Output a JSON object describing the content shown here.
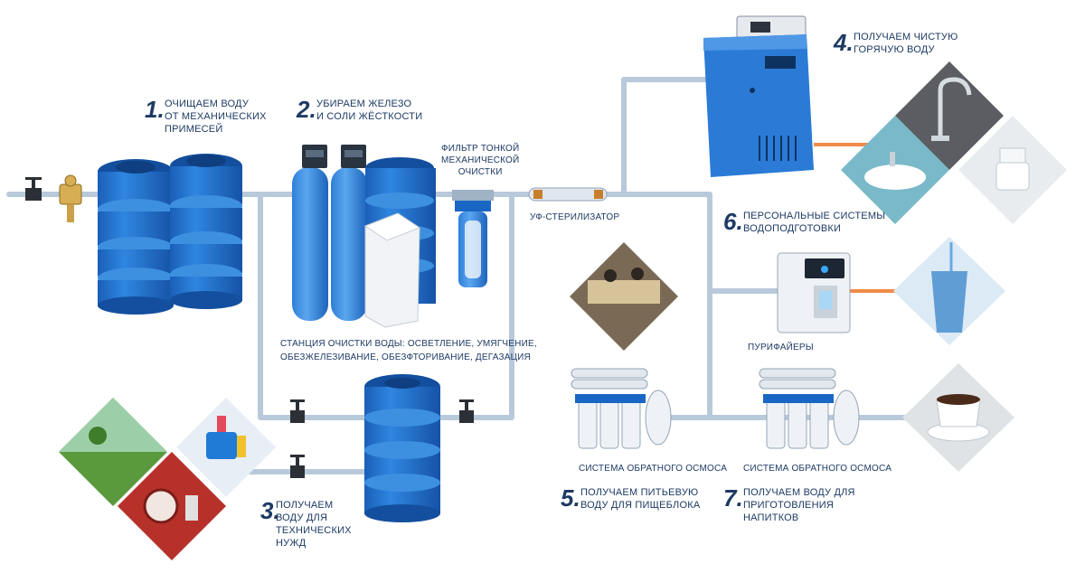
{
  "steps": [
    {
      "number": "1",
      "lines": [
        "ОЧИЩАЕМ ВОДУ",
        "ОТ МЕХАНИЧЕСКИХ",
        "ПРИМЕСЕЙ"
      ]
    },
    {
      "number": "2",
      "lines": [
        "УБИРАЕМ ЖЕЛЕЗО",
        "И СОЛИ ЖЁСТКОСТИ"
      ]
    },
    {
      "number": "3",
      "lines": [
        "ПОЛУЧАЕМ",
        "ВОДУ ДЛЯ",
        "ТЕХНИЧЕСКИХ",
        "НУЖД"
      ]
    },
    {
      "number": "4",
      "lines": [
        "ПОЛУЧАЕМ ЧИСТУЮ",
        "ГОРЯЧУЮ ВОДУ"
      ]
    },
    {
      "number": "5",
      "lines": [
        "ПОЛУЧАЕМ ПИТЬЕВУЮ",
        "ВОДУ ДЛЯ ПИЩЕБЛОКА"
      ]
    },
    {
      "number": "6",
      "lines": [
        "ПЕРСОНАЛЬНЫЕ СИСТЕМЫ",
        "ВОДОПОДГОТОВКИ"
      ]
    },
    {
      "number": "7",
      "lines": [
        "ПОЛУЧАЕМ ВОДУ ДЛЯ",
        "ПРИГОТОВЛЕНИЯ",
        "НАПИТКОВ"
      ]
    }
  ],
  "labels": {
    "fine_filter": [
      "ФИЛЬТР ТОНКОЙ",
      "МЕХАНИЧЕСКОЙ",
      "ОЧИСТКИ"
    ],
    "uv": "УФ-СТЕРИЛИЗАТОР",
    "station": [
      "СТАНЦИЯ ОЧИСТКИ ВОДЫ: ОСВЕТЛЕНИЕ, УМЯГЧЕНИЕ,",
      "ОБЕЗЖЕЛЕЗИВАНИЕ, ОБЕЗФТОРИВАНИЕ, ДЕГАЗАЦИЯ"
    ],
    "purifiers": "ПУРИФАЙЕРЫ",
    "ro_1": "СИСТЕМА ОБРАТНОГО ОСМОСА",
    "ro_2": "СИСТЕМА ОБРАТНОГО ОСМОСА"
  },
  "photos": [
    "lawn-sprinkler",
    "cleaning-supplies",
    "fire-hose-cabinet",
    "cafeteria",
    "kitchen-faucet",
    "bathroom-sink",
    "toilet",
    "glass-of-water",
    "coffee-cup"
  ],
  "colors": {
    "tank": "#1a66c4",
    "tank_dark": "#134f9e",
    "text": "#1d3a63",
    "pipe": "#b8c9da",
    "hot_pipe": "#f08b4a"
  }
}
